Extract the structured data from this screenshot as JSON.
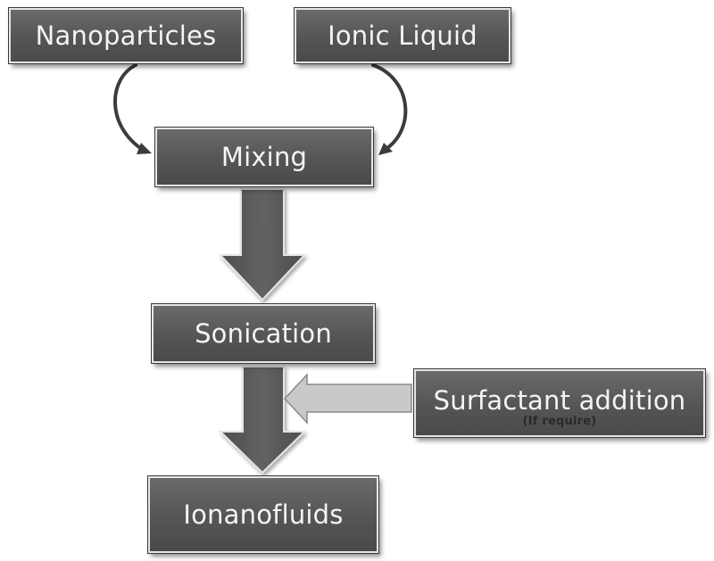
{
  "diagram": {
    "nodes": {
      "nanoparticles": "Nanoparticles",
      "ionic_liquid": "Ionic Liquid",
      "mixing": "Mixing",
      "sonication": "Sonication",
      "surfactant": "Surfactant addition",
      "surfactant_note": "(If require)",
      "ionanofluids": "Ionanofluids"
    },
    "colors": {
      "box_fill": "#555555",
      "box_border": "#e6e6e6",
      "arrow_fill": "#5a5a5a",
      "side_arrow_fill": "#c8c8c8",
      "text": "#f4f4f4"
    }
  }
}
